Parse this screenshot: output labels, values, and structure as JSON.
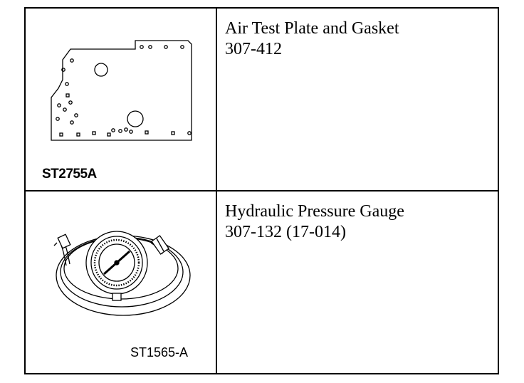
{
  "tools": [
    {
      "name": "Air Test Plate and Gasket",
      "part_number": "307-412",
      "illustration_id": "ST2755A",
      "illustration_icon": "air-test-plate-gasket-drawing"
    },
    {
      "name": "Hydraulic Pressure Gauge",
      "part_number": "307-132 (17-014)",
      "illustration_id": "ST1565-A",
      "illustration_icon": "hydraulic-pressure-gauge-drawing"
    }
  ]
}
